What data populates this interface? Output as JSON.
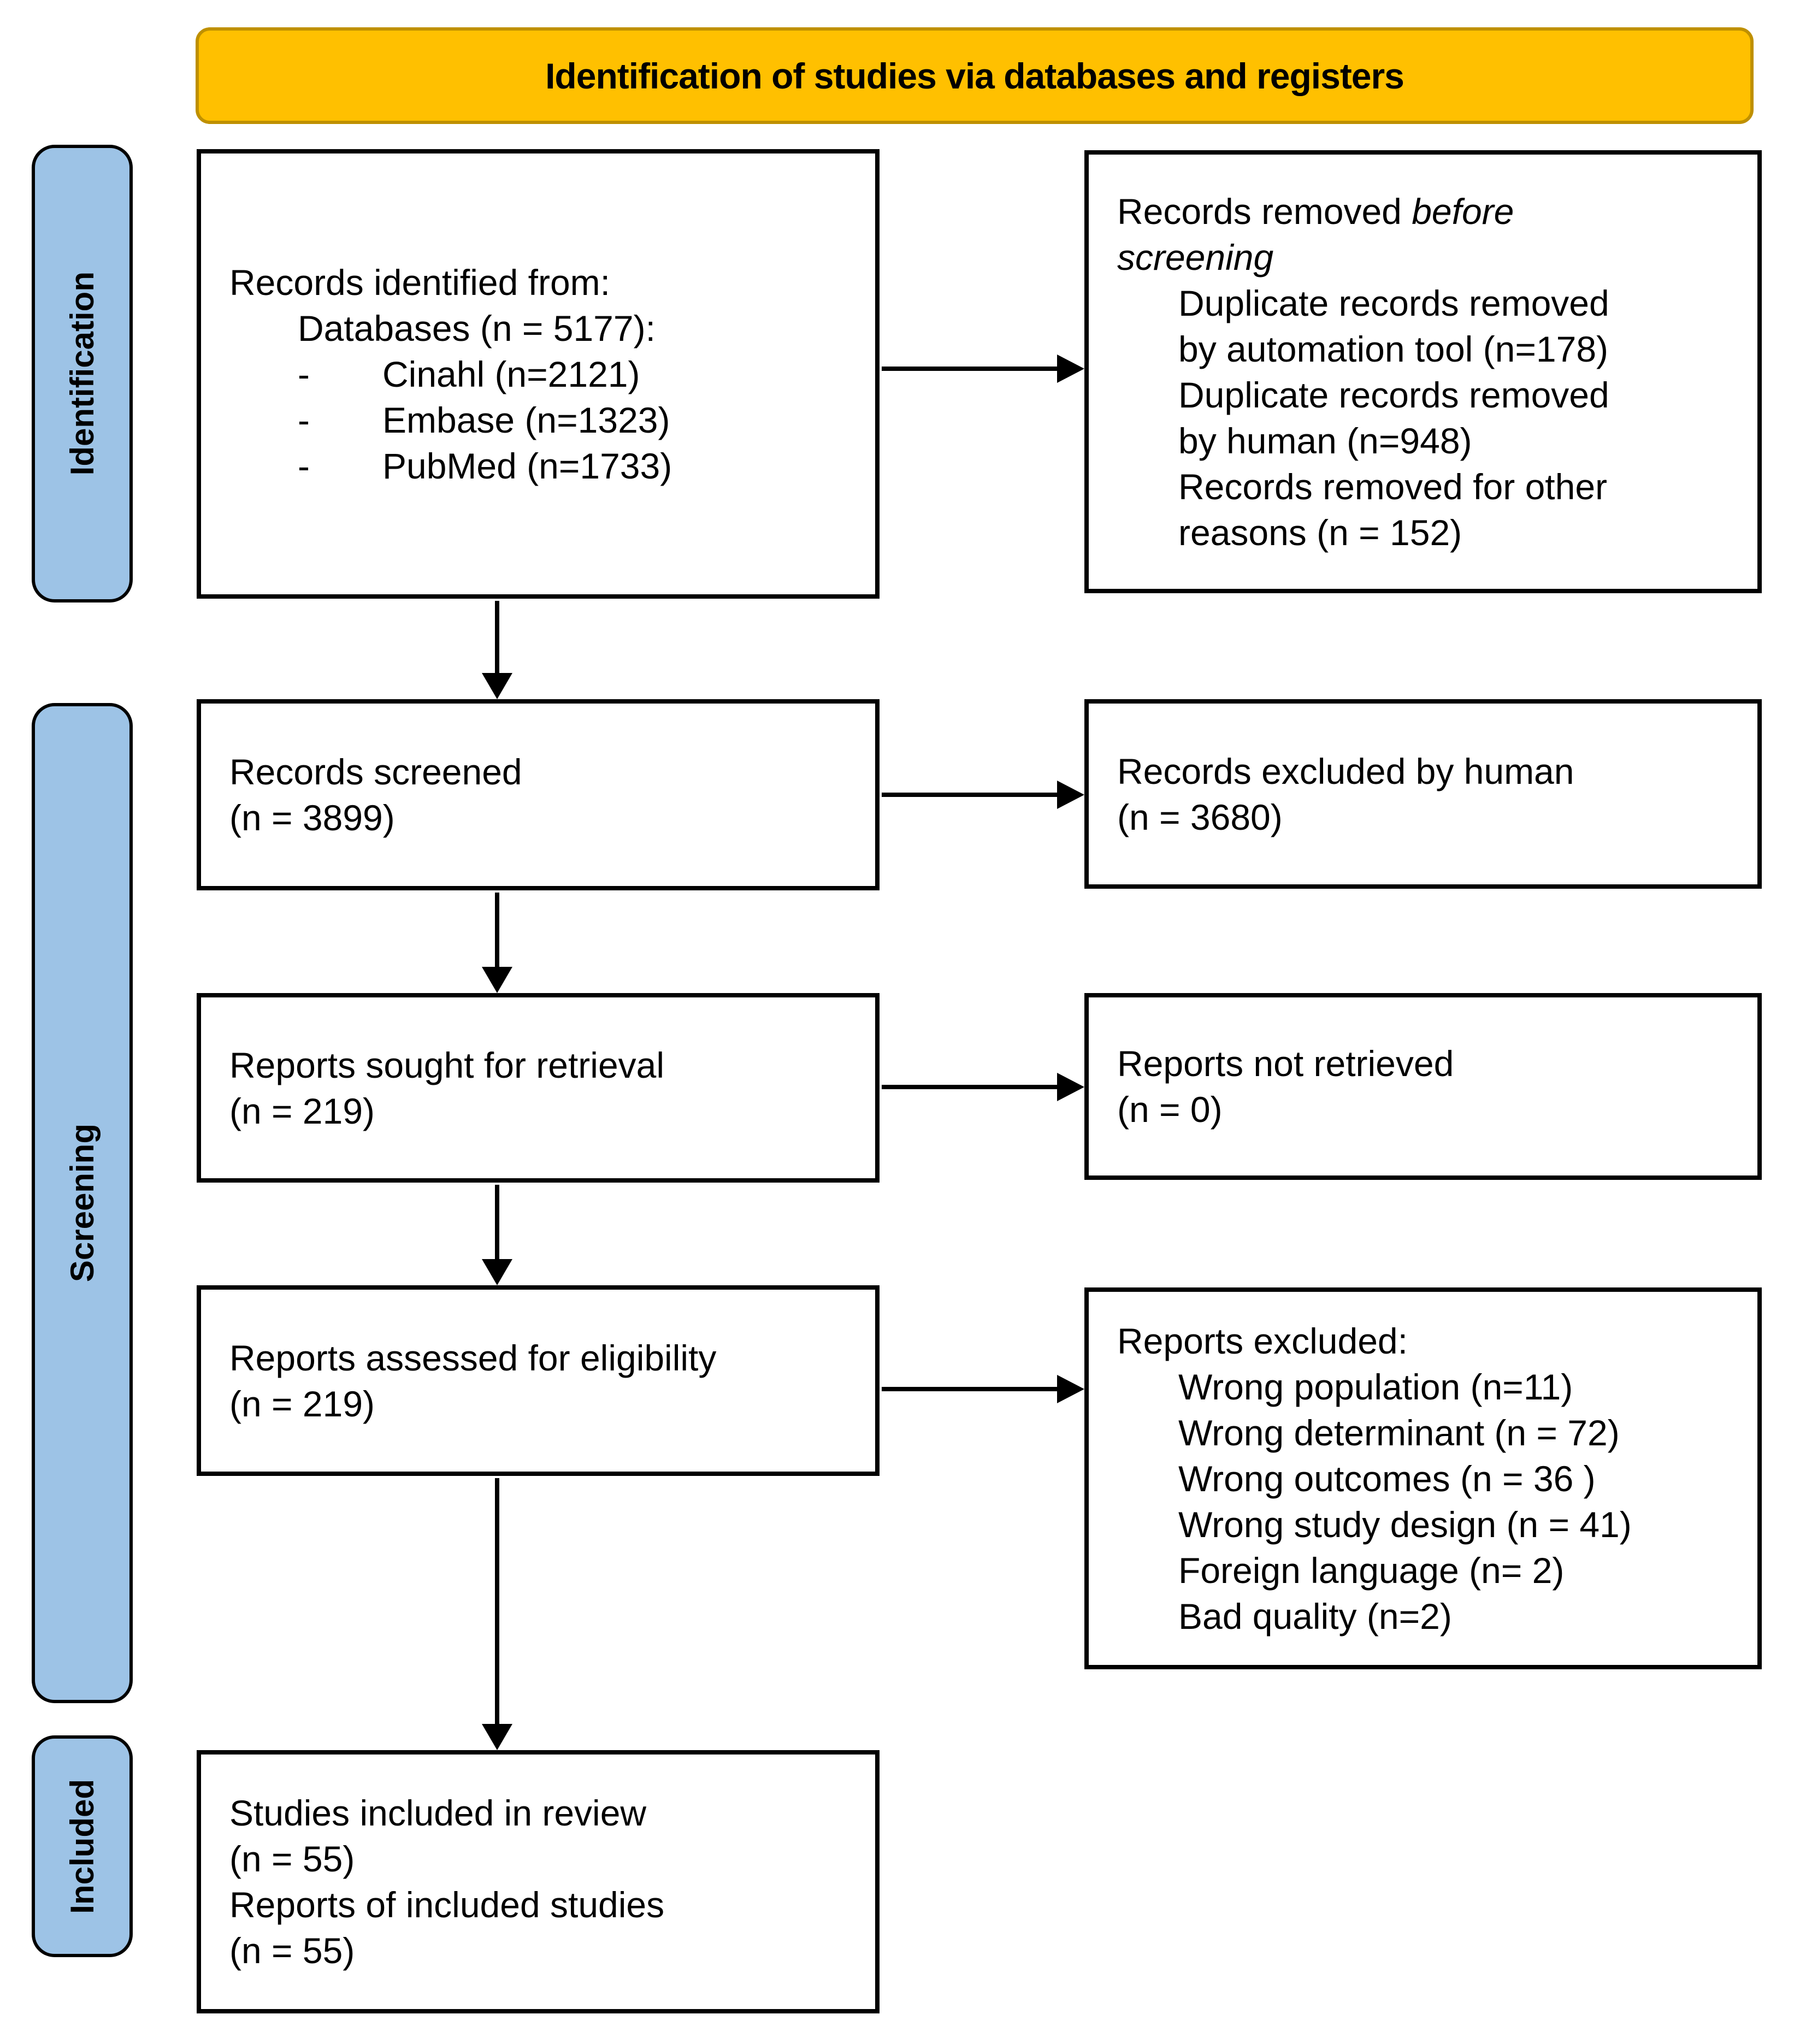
{
  "banner": {
    "title": "Identification of studies via databases and registers"
  },
  "stages": {
    "identification": "Identification",
    "screening": "Screening",
    "included": "Included"
  },
  "boxes": {
    "records_identified": {
      "line1": "Records identified from:",
      "line2": "Databases (n = 5177):",
      "bullet_char": "-",
      "item1": "Cinahl (n=2121)",
      "item2": "Embase (n=1323)",
      "item3": "PubMed (n=1733)"
    },
    "records_removed": {
      "title_normal": "Records removed ",
      "title_italic": "before screening",
      "item1_line1": "Duplicate records removed",
      "item1_line2": "by automation tool (n=178)",
      "item2_line1": "Duplicate records removed",
      "item2_line2": "by human (n=948)",
      "item3_line1": "Records removed for other",
      "item3_line2": "reasons (n = 152)"
    },
    "records_screened": {
      "line1": "Records screened",
      "line2": "(n = 3899)"
    },
    "records_excluded": {
      "line1": "Records excluded by human",
      "line2": "(n = 3680)"
    },
    "reports_sought": {
      "line1": "Reports sought for retrieval",
      "line2": "(n = 219)"
    },
    "reports_not_retrieved": {
      "line1": "Reports not retrieved",
      "line2": "(n = 0)"
    },
    "reports_assessed": {
      "line1": "Reports assessed for eligibility",
      "line2": "(n = 219)"
    },
    "reports_excluded": {
      "title": "Reports excluded:",
      "item1": "Wrong population (n=11)",
      "item2": "Wrong determinant (n = 72)",
      "item3": "Wrong outcomes (n = 36 )",
      "item4": "Wrong study design (n = 41)",
      "item5": "Foreign language (n= 2)",
      "item6": "Bad quality (n=2)"
    },
    "studies_included": {
      "line1": "Studies included in review",
      "line2": "(n = 55)",
      "line3": "Reports of included studies",
      "line4": "(n = 55)"
    }
  },
  "colors": {
    "banner_fill": "#FFC000",
    "banner_border": "#BF9000",
    "stage_fill": "#9DC3E6",
    "stage_border": "#000000",
    "box_border": "#000000",
    "box_fill": "#FFFFFF",
    "arrow": "#000000",
    "text": "#000000"
  }
}
